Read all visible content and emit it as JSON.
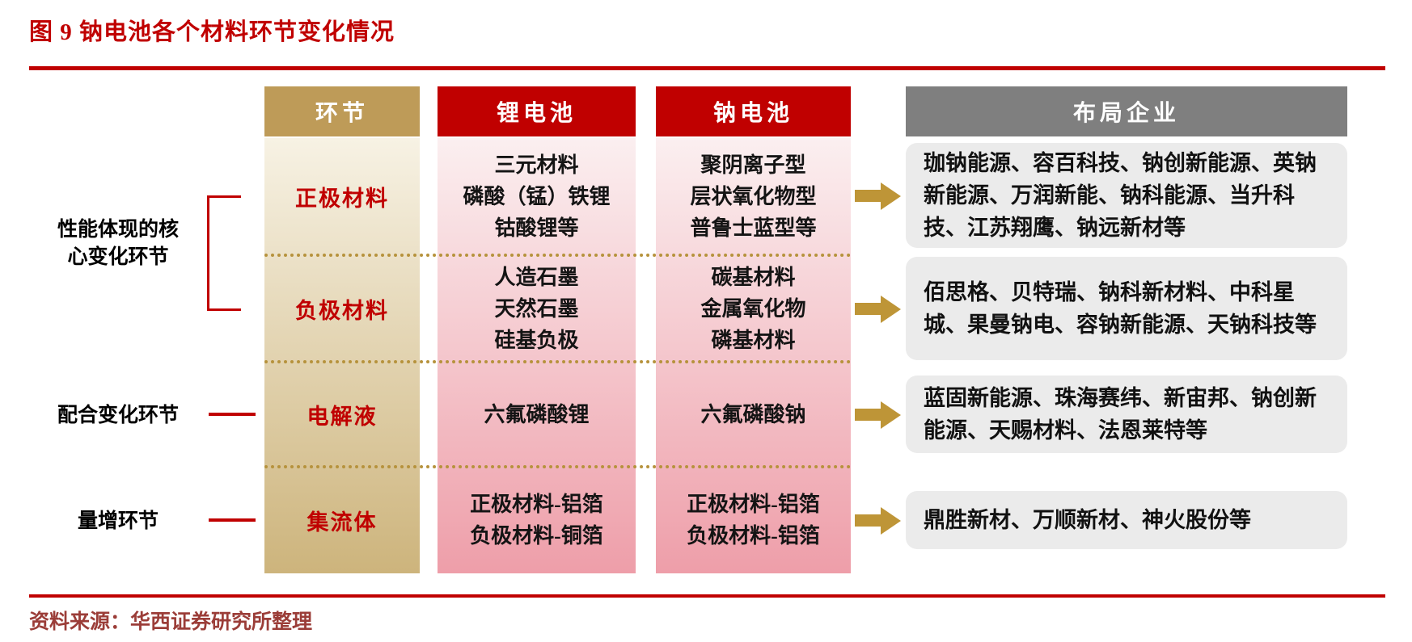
{
  "title": "图 9  钠电池各个材料环节变化情况",
  "source": "资料来源：华西证券研究所整理",
  "colors": {
    "accent_red": "#C00000",
    "segment_header_gold": "#BE9B58",
    "companies_header_gray": "#7F7F7F",
    "arrow_gold": "#BE9537",
    "dotted_separator_gold": "#B6923C",
    "segment_gradient_top": "#F7F2E4",
    "segment_gradient_bottom": "#CDB47C",
    "battery_gradient_top": "#FBEFF0",
    "battery_gradient_bottom": "#EE9EA9",
    "company_box_bg": "#EBEBEB",
    "source_text": "#9B3D38"
  },
  "icons": {
    "arrow_right_icon": "gold block arrow pointing right"
  },
  "columns": {
    "segment_header": "环节",
    "lithium_header": "锂电池",
    "sodium_header": "钠电池",
    "companies_header": "布局企业"
  },
  "left_labels": {
    "core": "性能体现的核\n心变化环节",
    "coordinate": "配合变化环节",
    "volume": "量增环节"
  },
  "rows": [
    {
      "segment": "正极材料",
      "lithium": "三元材料\n磷酸（锰）铁锂\n钴酸锂等",
      "sodium": "聚阴离子型\n层状氧化物型\n普鲁士蓝型等",
      "companies": "珈钠能源、容百科技、钠创新能源、英钠新能源、万润新能、钠科能源、当升科技、江苏翔鹰、钠远新材等"
    },
    {
      "segment": "负极材料",
      "lithium": "人造石墨\n天然石墨\n硅基负极",
      "sodium": "碳基材料\n金属氧化物\n磷基材料",
      "companies": "佰思格、贝特瑞、钠科新材料、中科星城、果曼钠电、容钠新能源、天钠科技等"
    },
    {
      "segment": "电解液",
      "lithium": "六氟磷酸锂",
      "sodium": "六氟磷酸钠",
      "companies": "蓝固新能源、珠海赛纬、新宙邦、钠创新能源、天赐材料、法恩莱特等"
    },
    {
      "segment": "集流体",
      "lithium": "正极材料-铝箔\n负极材料-铜箔",
      "sodium": "正极材料-铝箔\n负极材料-铝箔",
      "companies": "鼎胜新材、万顺新材、神火股份等"
    }
  ]
}
